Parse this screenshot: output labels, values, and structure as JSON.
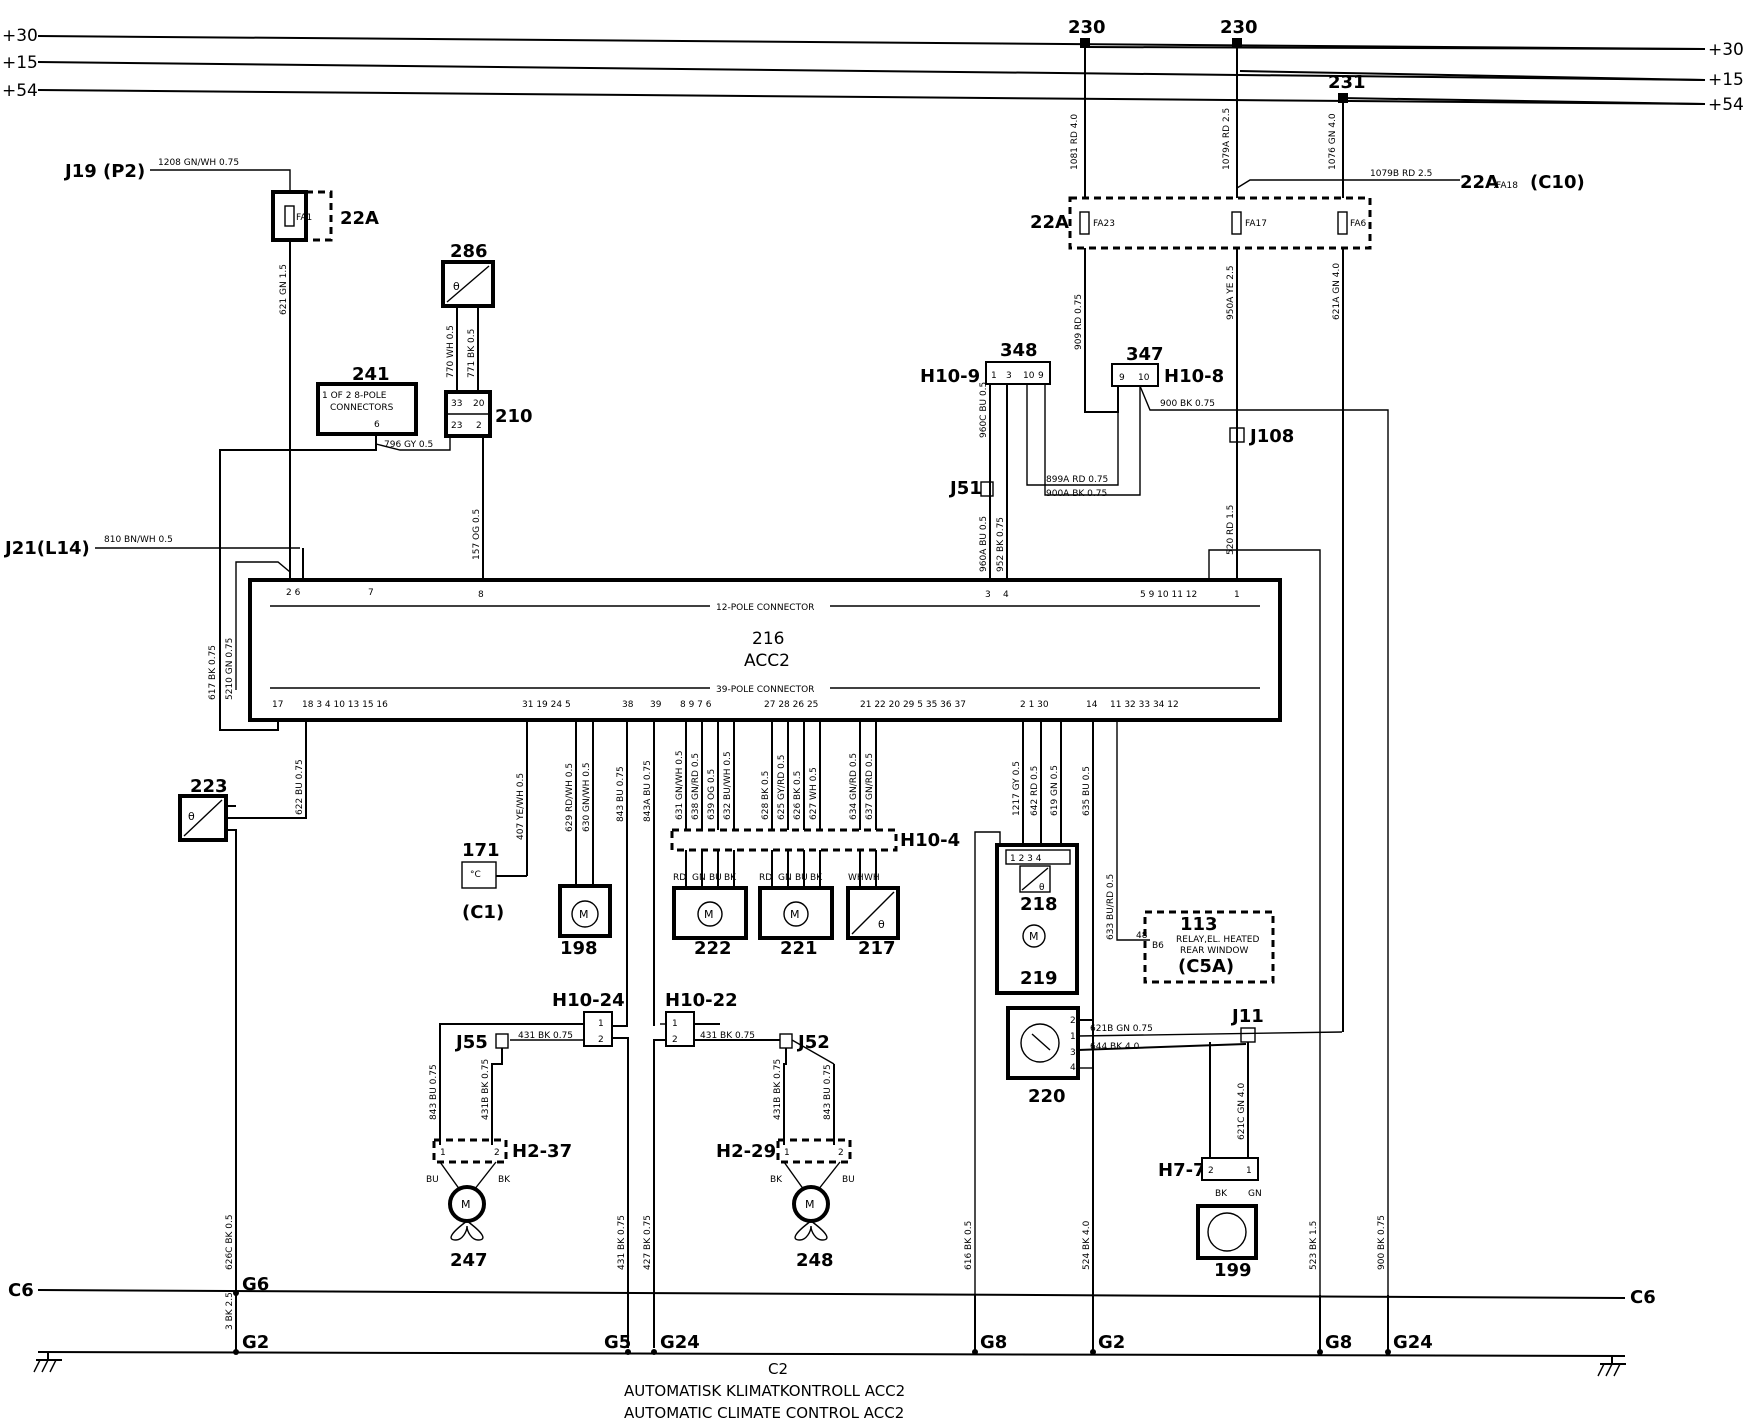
{
  "rails": {
    "p30": "+30",
    "p15": "+15",
    "p54": "+54",
    "r30": "+30",
    "r15": "+15",
    "r54": "+54"
  },
  "nodes": {
    "n230a": "230",
    "n230b": "230",
    "n231": "231"
  },
  "ext": {
    "j19": "J19 (P2)",
    "j21": "J21(L14)",
    "c10": "22A",
    "c10pin": ":FA18",
    "c10loc": "(C10)",
    "c1": "(C1)",
    "c5a": "(C5A)"
  },
  "fuses": {
    "box1": "22A",
    "box2": "22A",
    "fa1": "FA1",
    "fa23": "FA23",
    "fa17": "FA17",
    "fa6": "FA6"
  },
  "components": {
    "c286": "286",
    "c241": "241",
    "c241a": "1 OF 2 8-POLE",
    "c241b": "CONNECTORS",
    "c241pin": "6",
    "c210": "210",
    "c348": "348",
    "c347": "347",
    "c216": "216",
    "c216name": "ACC2",
    "pole12": "12-POLE CONNECTOR",
    "pole39": "39-POLE CONNECTOR",
    "c223": "223",
    "c171": "171",
    "c198": "198",
    "c222": "222",
    "c221": "221",
    "c217": "217",
    "c218": "218",
    "c219": "219",
    "c220": "220",
    "c113": "113",
    "c113a": "RELAY,EL. HEATED",
    "c113b": "REAR WINDOW",
    "c113pin": "48",
    "c113b86": "B6",
    "c199": "199",
    "c247": "247",
    "c248": "248"
  },
  "connectors": {
    "h109": "H10-9",
    "h108": "H10-8",
    "h104": "H10-4",
    "h1024": "H10-24",
    "h1022": "H10-22",
    "h237": "H2-37",
    "h229": "H2-29",
    "h77": "H7-7",
    "j108": "J108",
    "j51": "J51",
    "j55": "J55",
    "j52": "J52",
    "j11": "J11"
  },
  "wires": {
    "w1208": "1208 GN/WH 0.75",
    "w621": "621 GN 1.5",
    "w770": "770 WH 0.5",
    "w771": "771 BK 0.5",
    "w796": "796 GY 0.5",
    "w157": "157 OG 0.5",
    "w810": "810 BN/WH 0.5",
    "w617": "617 BK 0.75",
    "w5210": "5210 GN 0.75",
    "w622": "622 BU 0.75",
    "w1081": "1081 RD 4.0",
    "w1079a": "1079A RD 2.5",
    "w1076": "1076 GN 4.0",
    "w1079b": "1079B RD 2.5",
    "w909": "909 RD 0.75",
    "w950a": "950A YE 2.5",
    "w621a": "621A GN 4.0",
    "w960c": "960C BU 0.5",
    "w960a": "960A BU 0.5",
    "w952": "952 BK 0.75",
    "w899a": "899A RD 0.75",
    "w900a": "900A BK 0.75",
    "w900": "900 BK 0.75",
    "w520": "520 RD 1.5",
    "w407": "407 YE/WH 0.5",
    "w629": "629 RD/WH 0.5",
    "w630": "630 GN/WH 0.5",
    "w843": "843 BU 0.75",
    "w843a": "843A BU 0.75",
    "w631": "631 GN/WH 0.5",
    "w638": "638 GN/RD 0.5",
    "w639": "639 OG 0.5",
    "w632": "632 BU/WH 0.5",
    "w628": "628 BK 0.5",
    "w625": "625 GY/RD 0.5",
    "w626": "626 BK 0.5",
    "w627": "627 WH 0.5",
    "w634": "634 GN/RD 0.5",
    "w637": "637 GN/RD 0.5",
    "w1217": "1217 GY 0.5",
    "w642": "642 RD 0.5",
    "w619": "619 GN 0.5",
    "w635": "635 BU 0.5",
    "w633": "633 BU/RD 0.5",
    "w431a": "431 BK 0.75",
    "w431b": "431 BK 0.75",
    "w843l": "843 BU 0.75",
    "w431bl": "431B BK 0.75",
    "w431br": "431B BK 0.75",
    "w843r": "843 BU 0.75",
    "w621b": "621B GN 0.75",
    "w644": "644 BK 4.0",
    "w621c": "621C GN 4.0",
    "w626c": "626C BK 0.5",
    "w3bk": "3 BK 2.5",
    "w431g": "431 BK 0.75",
    "w427g": "427 BK 0.75",
    "w616": "616 BK 0.5",
    "w524": "524 BK 4.0",
    "w523": "523 BK 1.5",
    "w900g": "900 BK 0.75"
  },
  "grounds": {
    "g6l": "C6",
    "g6r": "C6",
    "g6": "G6",
    "g2a": "G2",
    "g5": "G5",
    "g24a": "G24",
    "g8a": "G8",
    "g2b": "G2",
    "g8b": "G8",
    "g24b": "G24"
  },
  "footer": {
    "code": "C2",
    "title_sv": "AUTOMATISK  KLIMATKONTROLL  ACC2",
    "title_en": "AUTOMATIC  CLIMATE  CONTROL  ACC2"
  }
}
